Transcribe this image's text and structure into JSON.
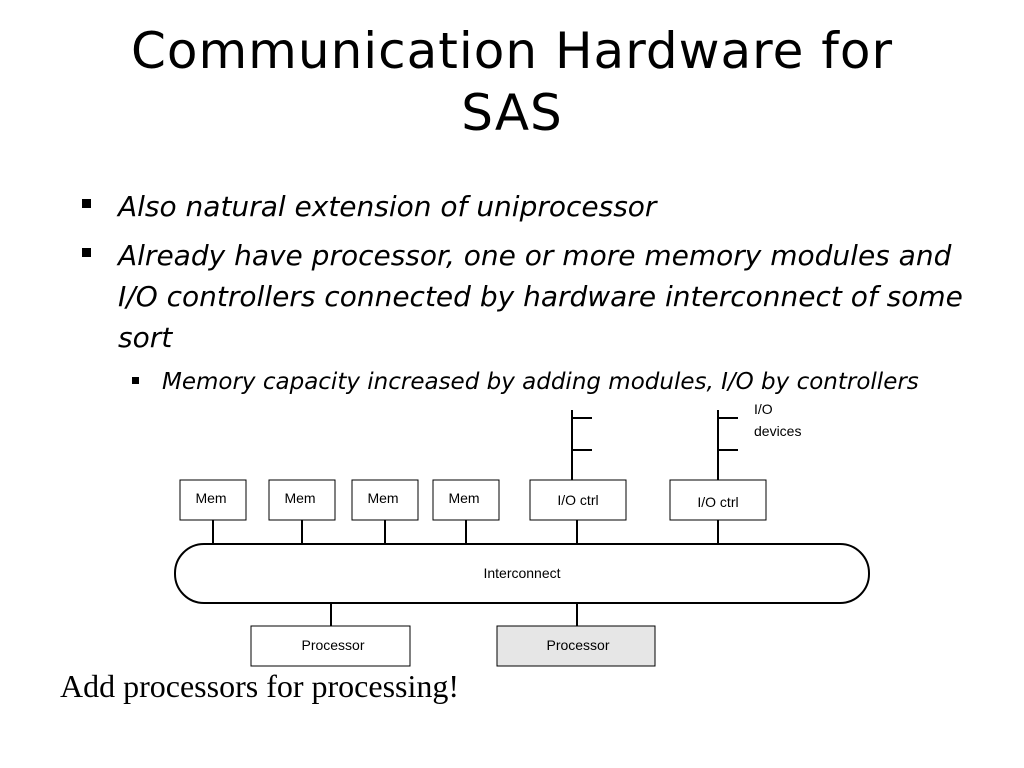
{
  "slide": {
    "title_line1": "Communication Hardware for",
    "title_line2": "SAS",
    "bullets": [
      "Also natural extension of uniprocessor",
      "Already have processor, one or more memory modules and I/O controllers connected by hardware interconnect of some sort"
    ],
    "sub_bullet": "Memory capacity increased by adding modules, I/O by controllers",
    "footer_note": "Add processors for processing!"
  },
  "diagram": {
    "mem_labels": [
      "Mem",
      "Mem",
      "Mem",
      "Mem"
    ],
    "io_labels": [
      "I/O ctrl",
      "I/O ctrl"
    ],
    "io_devices_line1": "I/O",
    "io_devices_line2": "devices",
    "interconnect": "Interconnect",
    "processor_labels": [
      "Processor",
      "Processor"
    ],
    "colors": {
      "processor_shaded_fill": "#e6e6e6",
      "box_fill": "#ffffff",
      "stroke": "#000000"
    }
  }
}
